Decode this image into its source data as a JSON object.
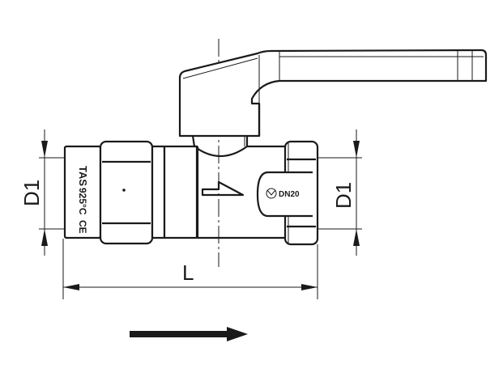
{
  "dimensions": {
    "left_port": "D1",
    "right_port": "D1",
    "length": "L"
  },
  "body_marking": {
    "brand": "TAS",
    "temperature": "925°C",
    "certification": "CE"
  },
  "nominal_size": "DN20",
  "colors": {
    "line": "#1a1a1a",
    "background": "#ffffff"
  }
}
